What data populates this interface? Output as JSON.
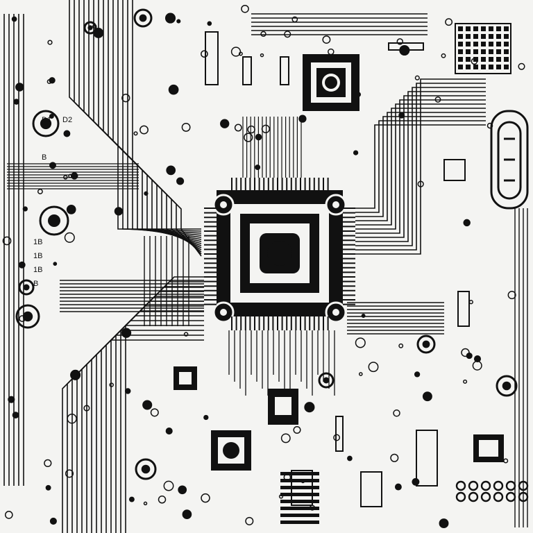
{
  "image": {
    "subject": "",
    "colors": {
      "background": "#f4f4f2",
      "ink": "#111111"
    }
  },
  "labels": {
    "left_column": [
      "1B",
      "1B",
      "1B",
      "B"
    ],
    "top_left": [
      "D1",
      "D2",
      "B"
    ]
  }
}
